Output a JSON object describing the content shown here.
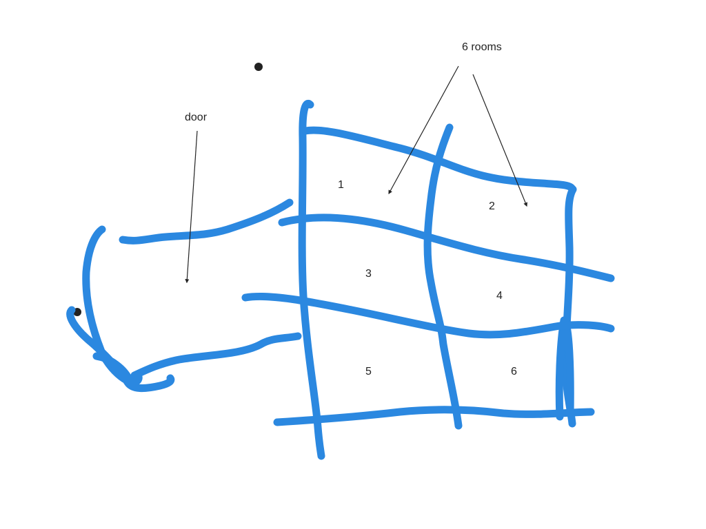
{
  "annotations": {
    "door": "door",
    "rooms": "6 rooms"
  },
  "rooms": [
    "1",
    "2",
    "3",
    "4",
    "5",
    "6"
  ],
  "colors": {
    "stroke": "#2b88e0",
    "ink": "#222222",
    "background": "#ffffff"
  }
}
